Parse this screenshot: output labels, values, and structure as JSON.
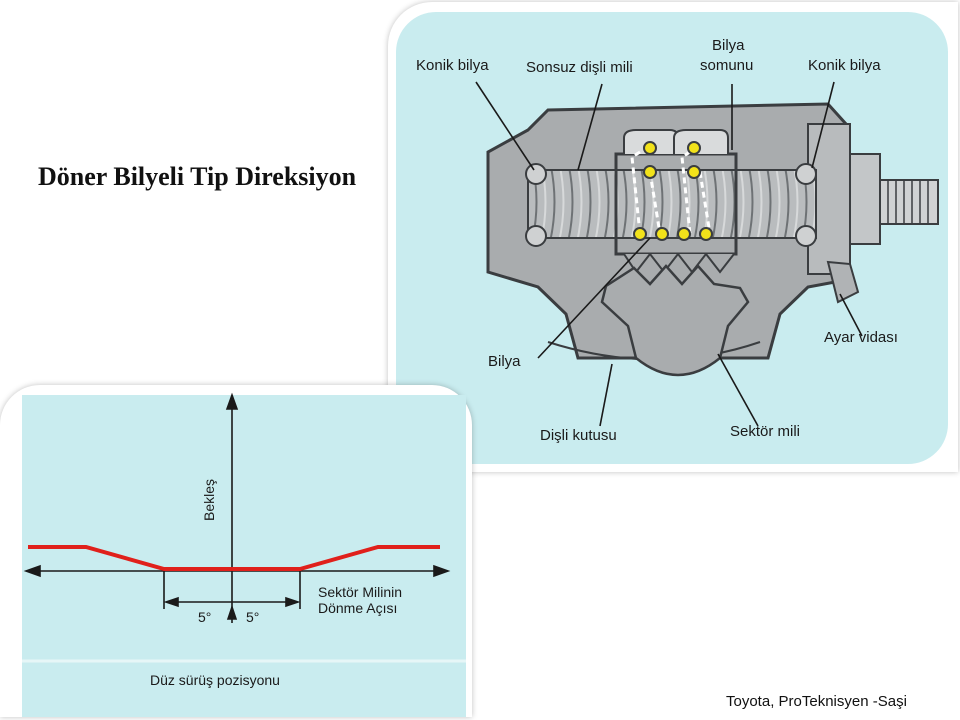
{
  "slide": {
    "title": "Döner Bilyeli Tip Direksiyon",
    "credit": "Toyota, ProTeknisyen -Saşi"
  },
  "gearbox": {
    "labels": {
      "konik_bilya_left": "Konik bilya",
      "sonsuz_disli_mili": "Sonsuz dişli mili",
      "bilya_somunu_line1": "Bilya",
      "bilya_somunu_line2": "somunu",
      "konik_bilya_right": "Konik bilya",
      "ayar_vidasi": "Ayar vidası",
      "bilya": "Bilya",
      "disli_kutusu": "Dişli kutusu",
      "sektor_mili": "Sektör mili"
    },
    "colors": {
      "background": "#c9ecef",
      "housing": "#a9acae",
      "ball": "#f2e21a"
    }
  },
  "graph": {
    "y_axis_label": "Bekleş",
    "x_axis_label_line1": "Sektör Milinin",
    "x_axis_label_line2": "Dönme Açısı",
    "left_angle": "5°",
    "right_angle": "5°",
    "bottom_caption": "Düz sürüş pozisyonu",
    "colors": {
      "curve": "#e0201b",
      "panel": "#c9ecef"
    }
  }
}
